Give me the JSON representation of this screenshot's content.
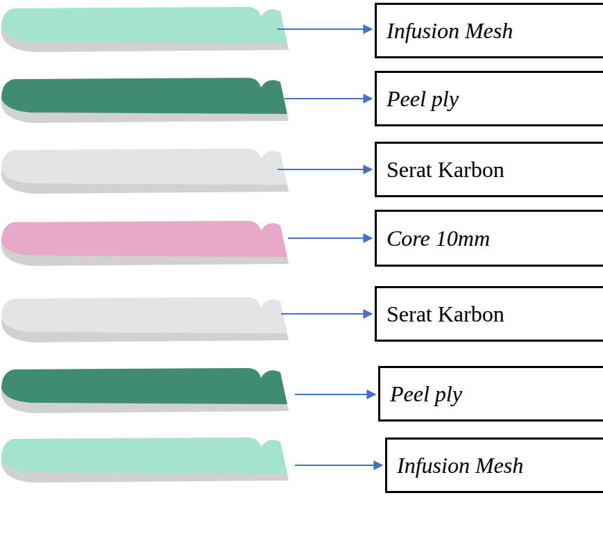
{
  "diagram": {
    "nodes": [
      {
        "text": [
          "Infusion Mesh"
        ]
      },
      {
        "text": [
          "Peel ply"
        ]
      },
      {
        "text": [
          "Serat Karbon"
        ]
      },
      {
        "text": [
          "Core 10mm"
        ]
      },
      {
        "text": [
          "Serat Karbon"
        ]
      },
      {
        "text": [
          "Peel ply"
        ]
      },
      {
        "text": [
          "Infusion Mesh"
        ]
      }
    ]
  }
}
